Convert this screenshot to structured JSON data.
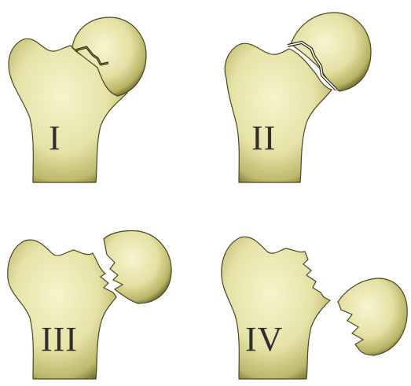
{
  "panels": [
    {
      "label": "I"
    },
    {
      "label": "II"
    },
    {
      "label": "III"
    },
    {
      "label": "IV"
    }
  ],
  "colors": {
    "bone_light": "#f4f2c4",
    "bone_mid": "#d9d68e",
    "bone_dark": "#5d5a24",
    "outline": "#3a3818",
    "fracture_line": "#2c2a14",
    "gap": "#ffffff",
    "label": "#2f2f2f"
  }
}
